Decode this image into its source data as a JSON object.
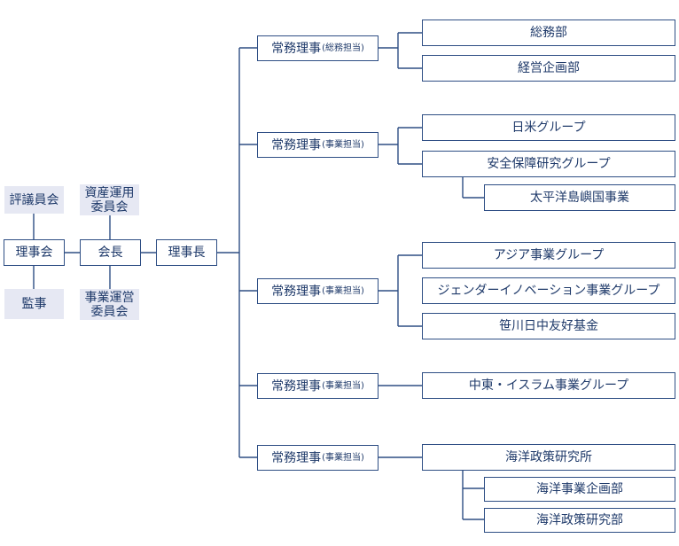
{
  "board": {
    "trustees": "評議員会",
    "directors": "理事会",
    "auditors": "監事",
    "asset_committee": [
      "資産運用",
      "委員会"
    ],
    "chairman": "会長",
    "operations_committee": [
      "事業運営",
      "委員会"
    ],
    "president": "理事長"
  },
  "managing_directors": [
    {
      "title": "常務理事",
      "duty": "(総務担当)"
    },
    {
      "title": "常務理事",
      "duty": "(事業担当)"
    },
    {
      "title": "常務理事",
      "duty": "(事業担当)"
    },
    {
      "title": "常務理事",
      "duty": "(事業担当)"
    },
    {
      "title": "常務理事",
      "duty": "(事業担当)"
    }
  ],
  "departments": {
    "general_affairs": "総務部",
    "management_planning": "経営企画部",
    "japan_us": "日米グループ",
    "security": "安全保障研究グループ",
    "pacific_islands": "太平洋島嶼国事業",
    "asia": "アジア事業グループ",
    "gender": "ジェンダーイノベーション事業グループ",
    "sasakawa_fund": "笹川日中友好基金",
    "middle_east": "中東・イスラム事業グループ",
    "ocean_policy": "海洋政策研究所",
    "ocean_planning": "海洋事業企画部",
    "ocean_research": "海洋政策研究部"
  }
}
